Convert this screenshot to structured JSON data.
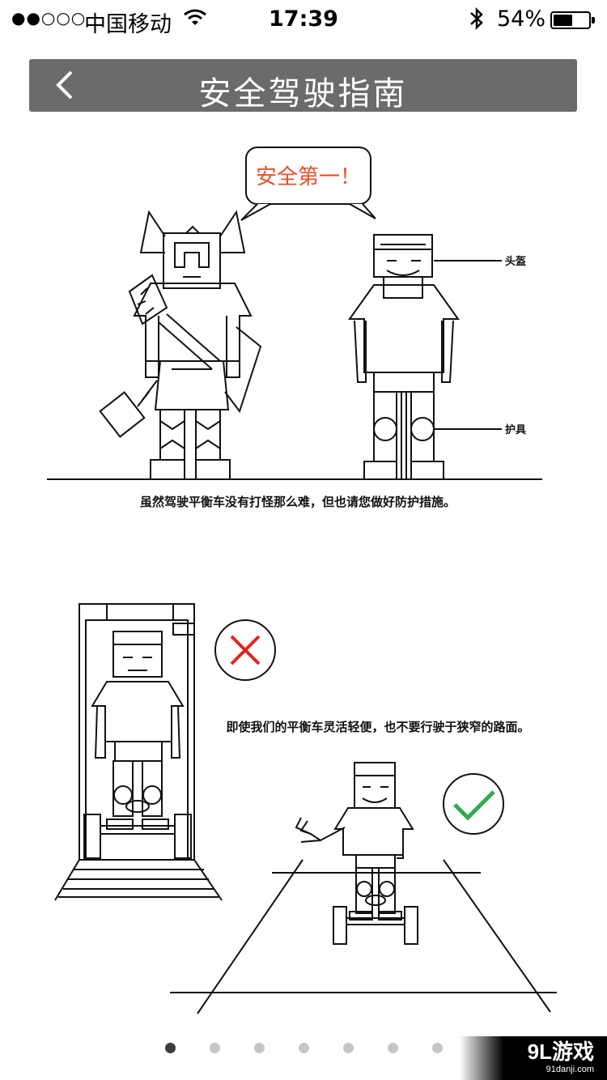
{
  "status_bar": {
    "signal": "●●○○○",
    "carrier": "中国移动",
    "time": "17:39",
    "battery_percent": "54%",
    "battery_level": 0.54
  },
  "nav": {
    "title": "安全驾驶指南"
  },
  "panel1": {
    "bubble": "安全第一！",
    "label_helmet": "头盔",
    "label_pads": "护具",
    "caption": "虽然驾驶平衡车没有打怪那么难，但也请您做好防护措施。"
  },
  "panel2": {
    "caption": "即使我们的平衡车灵活轻便，也不要行驶于狭窄的路面。"
  },
  "pager": {
    "count": 7,
    "active_index": 0
  },
  "watermark": {
    "brand": "9L游戏",
    "url": "91danji.com"
  },
  "colors": {
    "nav_bg": "#6b6b6b",
    "bubble_text": "#e8502a",
    "wrong_mark": "#e2221e",
    "right_mark": "#2eaa4f"
  }
}
